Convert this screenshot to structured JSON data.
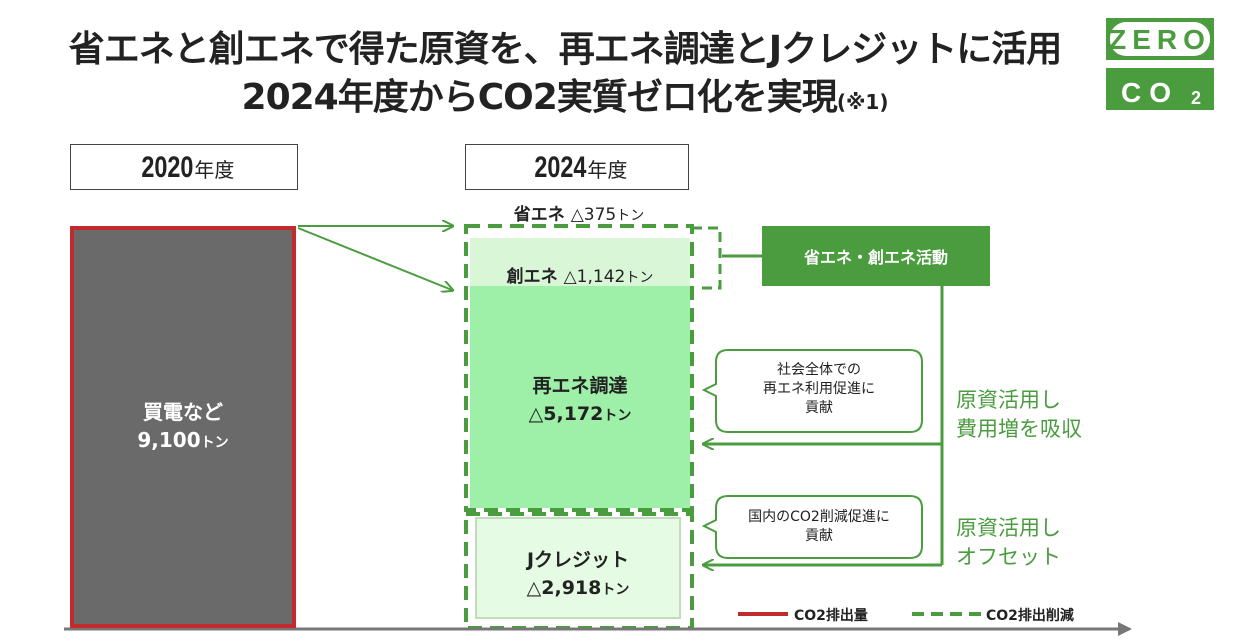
{
  "title": {
    "line1": "省エネと創エネで得た原資を、再エネ調達とJクレジットに活用",
    "line2_main": "2024年度からCO2実質ゼロ化を実現",
    "line2_note": "(※1)"
  },
  "logo": {
    "top": "ZERO",
    "bottom_co": "CO",
    "bottom_sub": "2"
  },
  "year_left": {
    "number": "2020",
    "unit": "年度"
  },
  "year_right": {
    "number": "2024",
    "unit": "年度"
  },
  "bar_2020": {
    "label": "買電など",
    "value": "9,100",
    "unit": "トン"
  },
  "segments": {
    "shoene": {
      "label": "省エネ",
      "value": "△375",
      "unit": "トン"
    },
    "souene": {
      "label": "創エネ",
      "value": "△1,142",
      "unit": "トン"
    },
    "saiene": {
      "label": "再エネ調達",
      "value": "△5,172",
      "unit": "トン"
    },
    "jcredit": {
      "label": "Jクレジット",
      "value": "△2,918",
      "unit": "トン"
    }
  },
  "activity_box": "省エネ・創エネ活動",
  "bubbles": {
    "b1": [
      "社会全体での",
      "再エネ利用促進に",
      "貢献"
    ],
    "b2": [
      "国内のCO2削減促進に",
      "貢献"
    ]
  },
  "side_labels": {
    "s1": [
      "原資活用し",
      "費用増を吸収"
    ],
    "s2": [
      "原資活用し",
      "オフセット"
    ]
  },
  "legend": {
    "emissions": "CO2排出量",
    "reduction": "CO2排出削減"
  },
  "colors": {
    "green": "#4a9c3f",
    "red": "#c12b2b",
    "gray_bar": "#6a6a6a",
    "light_green": "#a8f0b0",
    "pale_green": "#e6fbe3"
  }
}
